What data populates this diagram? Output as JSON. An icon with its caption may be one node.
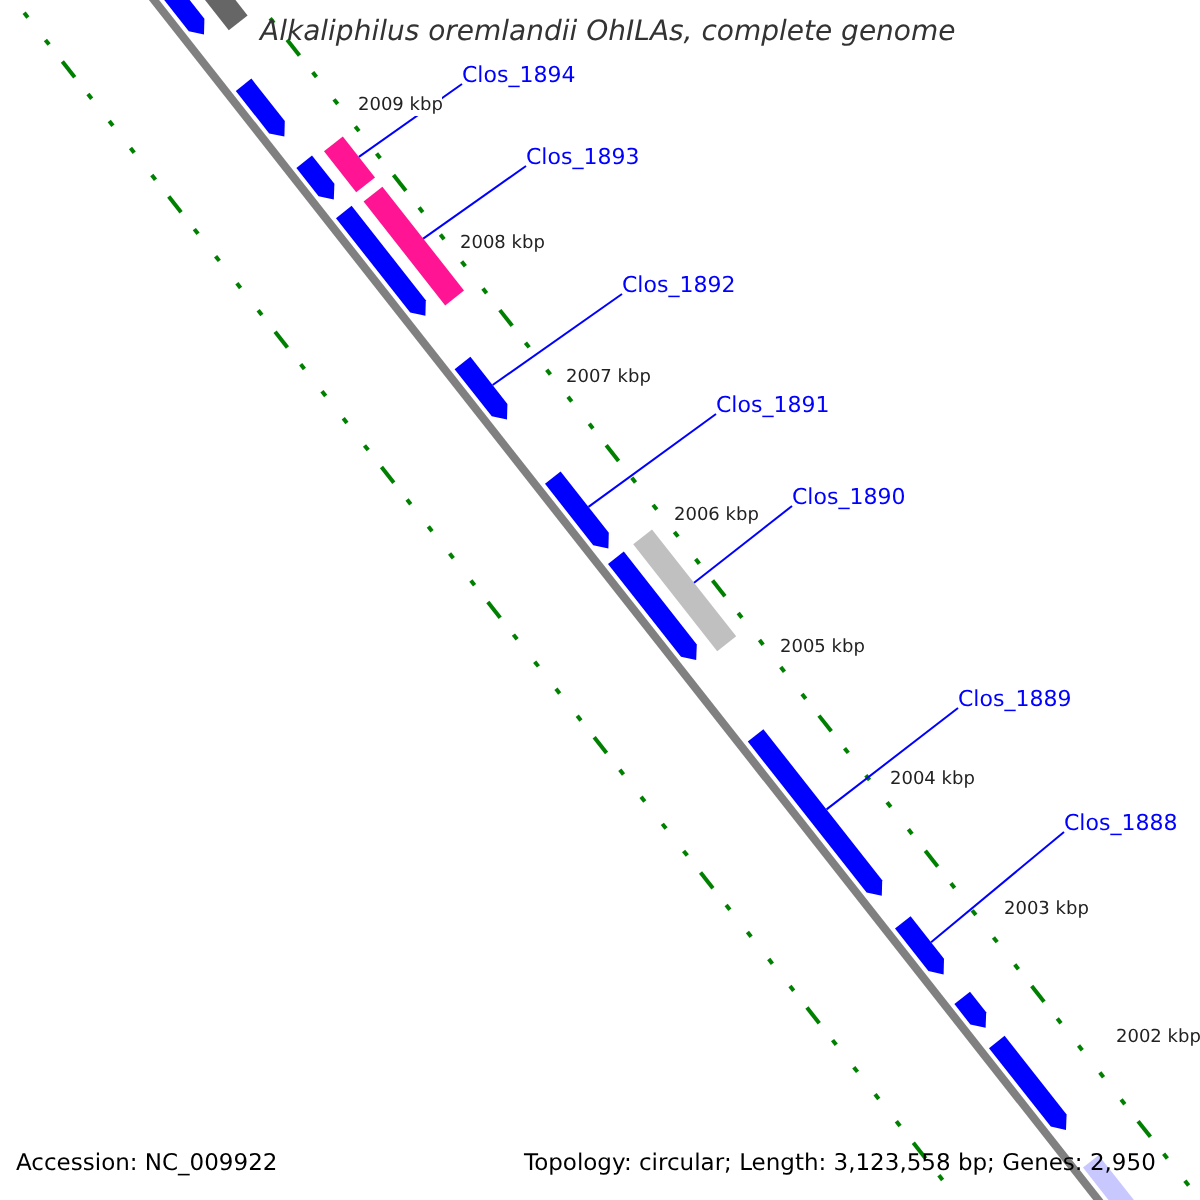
{
  "diagram": {
    "title": "Alkaliphilus oremlandii OhILAs, complete genome",
    "nodes": [
      {
        "text": [
          "Clos_1894"
        ]
      },
      {
        "text": [
          "Clos_1893"
        ]
      },
      {
        "text": [
          "Clos_1892"
        ]
      },
      {
        "text": [
          "Clos_1891"
        ]
      },
      {
        "text": [
          "Clos_1890"
        ]
      },
      {
        "text": [
          "Clos_1889"
        ]
      },
      {
        "text": [
          "Clos_1888"
        ]
      },
      {
        "text": [],
        "shape": "bar"
      },
      {
        "text": [],
        "shape": "bar"
      },
      {
        "text": [],
        "shape": "bar"
      },
      {
        "text": [],
        "shape": "bar"
      },
      {
        "text": [],
        "shape": "bar"
      },
      {
        "text": [],
        "shape": "bar"
      },
      {
        "text": [],
        "shape": "bar"
      },
      {
        "text": [],
        "shape": "bar"
      },
      {
        "text": [],
        "shape": "bar"
      },
      {
        "text": [],
        "shape": "bar"
      },
      {
        "text": [],
        "shape": "bar"
      },
      {
        "text": [],
        "shape": "bar"
      },
      {
        "text": [],
        "shape": "bar"
      },
      {
        "text": [],
        "shape": "bar"
      },
      {
        "text": [],
        "shape": "bar"
      },
      {
        "text": [],
        "shape": "bar"
      }
    ],
    "edges": [
      {
        "from": 0,
        "to": 10,
        "arrow": "none"
      },
      {
        "from": 1,
        "to": 12,
        "arrow": "none"
      },
      {
        "from": 2,
        "to": 14,
        "arrow": "none"
      },
      {
        "from": 3,
        "to": 15,
        "arrow": "none"
      },
      {
        "from": 4,
        "to": 16,
        "arrow": "none"
      },
      {
        "from": 5,
        "to": 18,
        "arrow": "none"
      },
      {
        "from": 6,
        "to": 19,
        "arrow": "none"
      }
    ],
    "labels": [
      "2009 kbp",
      "2008 kbp",
      "2007 kbp",
      "2006 kbp",
      "2005 kbp",
      "2004 kbp",
      "2003 kbp",
      "2002 kbp",
      "Accession: NC_009922",
      "Topology: circular; Length: 3,123,558 bp; Genes: 2,950"
    ]
  }
}
